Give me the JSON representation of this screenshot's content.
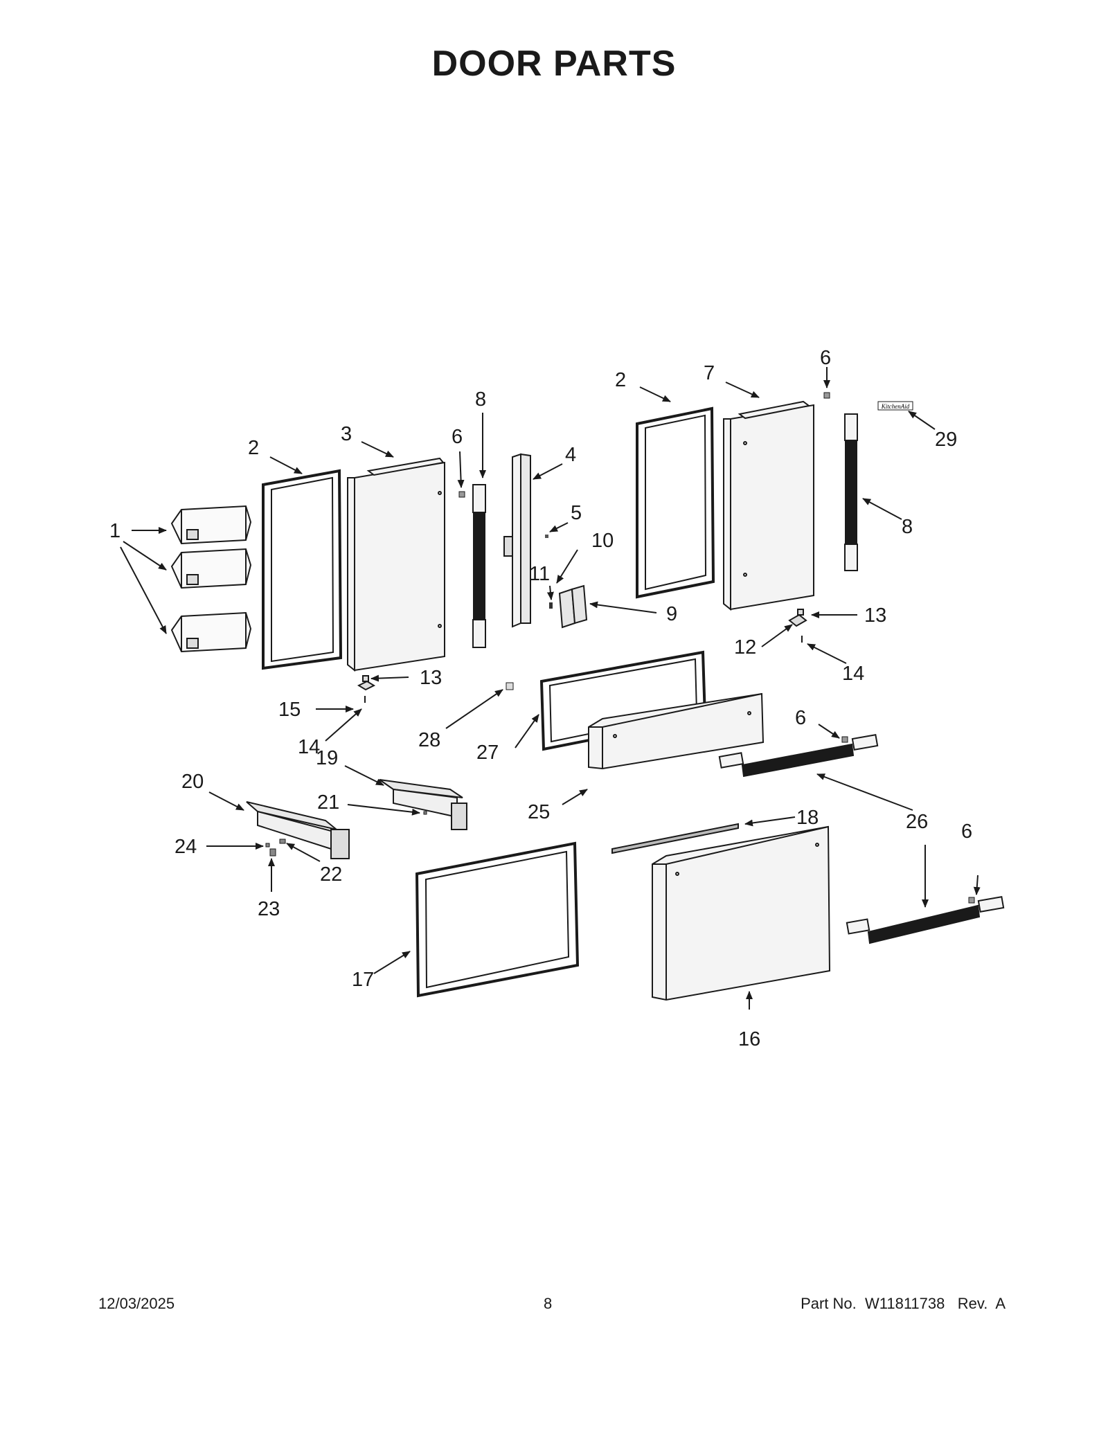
{
  "title": "DOOR PARTS",
  "callouts": {
    "c1": "1",
    "c2a": "2",
    "c2b": "2",
    "c3": "3",
    "c4": "4",
    "c5": "5",
    "c6a": "6",
    "c6b": "6",
    "c6c": "6",
    "c6d": "6",
    "c7": "7",
    "c8a": "8",
    "c8b": "8",
    "c9": "9",
    "c10": "10",
    "c11": "11",
    "c12": "12",
    "c13a": "13",
    "c13b": "13",
    "c14a": "14",
    "c14b": "14",
    "c15": "15",
    "c16": "16",
    "c17": "17",
    "c18": "18",
    "c19": "19",
    "c20": "20",
    "c21": "21",
    "c22": "22",
    "c23": "23",
    "c24": "24",
    "c25": "25",
    "c26": "26",
    "c27": "27",
    "c28": "28",
    "c29": "29"
  },
  "logo_text": "KitchenAid",
  "footer": {
    "date": "12/03/2025",
    "page": "8",
    "part_number": "Part No.  W11811738   Rev.  A"
  },
  "colors": {
    "line": "#1a1a1a",
    "panel_fill": "#f4f4f4",
    "gasket": "#4a4a4a"
  }
}
